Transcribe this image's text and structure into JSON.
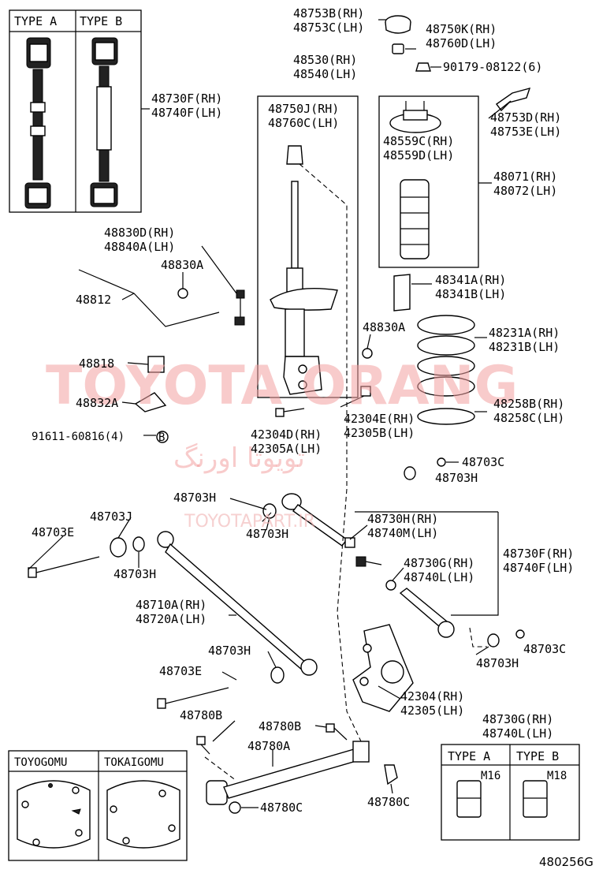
{
  "watermark": {
    "brand": "TOYOTA ORANG",
    "site": "TOYOTAPART.IR",
    "persian": "تویوتا اورنگ"
  },
  "diagram_code": "480256G",
  "type_box_top": {
    "type_a": "TYPE A",
    "type_b": "TYPE B"
  },
  "type_box_bottom": {
    "type_a": "TYPE A",
    "type_b": "TYPE B",
    "m16": "M16",
    "m18": "M18"
  },
  "gomu_box": {
    "left": "TOYOGOMU",
    "right": "TOKAIGOMU"
  },
  "labels": {
    "l48753b": "48753B(RH)",
    "l48753c": "48753C(LH)",
    "l48750k": "48750K(RH)",
    "l48760d": "48760D(LH)",
    "l90179": "90179-08122(6)",
    "l48530": "48530(RH)",
    "l48540": "48540(LH)",
    "l48753d": "48753D(RH)",
    "l48753e": "48753E(LH)",
    "l48750j": "48750J(RH)",
    "l48760c": "48760C(LH)",
    "l48559c": "48559C(RH)",
    "l48559d": "48559D(LH)",
    "l48730f_top": "48730F(RH)",
    "l48740f_top": "48740F(LH)",
    "l48071": "48071(RH)",
    "l48072": "48072(LH)",
    "l48830d": "48830D(RH)",
    "l48840a": "48840A(LH)",
    "l48830a_1": "48830A",
    "l48812": "48812",
    "l48341a": "48341A(RH)",
    "l48341b": "48341B(LH)",
    "l48830a_2": "48830A",
    "l48231a": "48231A(RH)",
    "l48231b": "48231B(LH)",
    "l48818": "48818",
    "l48832a": "48832A",
    "l48258b": "48258B(RH)",
    "l48258c": "48258C(LH)",
    "l42304e": "42304E(RH)",
    "l42305b": "42305B(LH)",
    "l91611": "91611-60816(4)",
    "l_b": "B",
    "l42304d": "42304D(RH)",
    "l42305a": "42305A(LH)",
    "l48703c_1": "48703C",
    "l48703h_1": "48703H",
    "l48703h_2": "48703H",
    "l48703h_3": "48703H",
    "l48703j": "48703J",
    "l48703e_1": "48703E",
    "l48703h_4": "48703H",
    "l48730h": "48730H(RH)",
    "l48740m": "48740M(LH)",
    "l48730f_mid": "48730F(RH)",
    "l48740f_mid": "48740F(LH)",
    "l48730g_1": "48730G(RH)",
    "l48740l_1": "48740L(LH)",
    "l48710a": "48710A(RH)",
    "l48720a": "48720A(LH)",
    "l48703h_5": "48703H",
    "l48703c_2": "48703C",
    "l48703h_6": "48703H",
    "l48703e_2": "48703E",
    "l42304": "42304(RH)",
    "l42305": "42305(LH)",
    "l48780b_1": "48780B",
    "l48780b_2": "48780B",
    "l48730g_2": "48730G(RH)",
    "l48740l_2": "48740L(LH)",
    "l48780a": "48780A",
    "l48780c_1": "48780C",
    "l48780c_2": "48780C"
  }
}
